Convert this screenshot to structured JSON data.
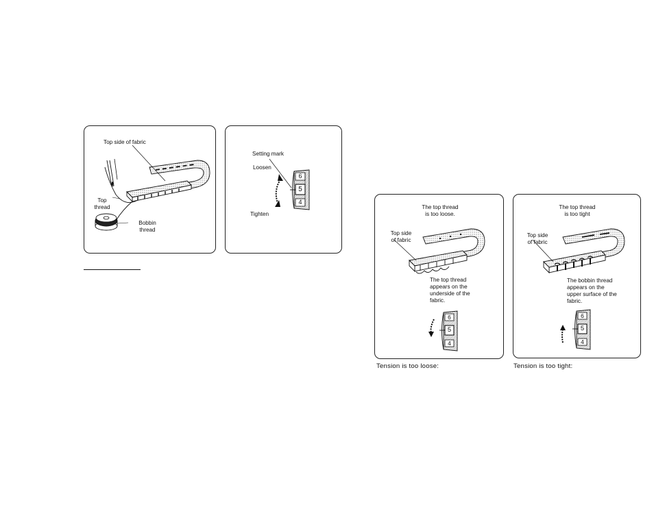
{
  "panel_balanced": {
    "top_side_label": "Top side of fabric",
    "top_thread_label": [
      "Top",
      "thread"
    ],
    "bobbin_thread_label": [
      "Bobbin",
      "thread"
    ]
  },
  "panel_dial": {
    "setting_mark_label": "Setting mark",
    "loosen_label": "Loosen",
    "tighten_label": "Tighten",
    "dial_numbers": [
      "6",
      "5",
      "4"
    ]
  },
  "panel_loose": {
    "heading": [
      "The top thread",
      "is too loose."
    ],
    "top_side_label": [
      "Top side",
      "of fabric"
    ],
    "note": [
      "The top thread",
      "appears on the",
      "underside of the",
      "fabric."
    ],
    "dial_numbers": [
      "6",
      "5",
      "4"
    ],
    "caption": "Tension is too loose:"
  },
  "panel_tight": {
    "heading": [
      "The top thread",
      "is too tight"
    ],
    "top_side_label": [
      "Top side",
      "of fabric"
    ],
    "note": [
      "The bobbin thread",
      "appears on the",
      "upper surface of the",
      "fabric."
    ],
    "dial_numbers": [
      "6",
      "5",
      "4"
    ],
    "caption": "Tension is too tight:"
  }
}
